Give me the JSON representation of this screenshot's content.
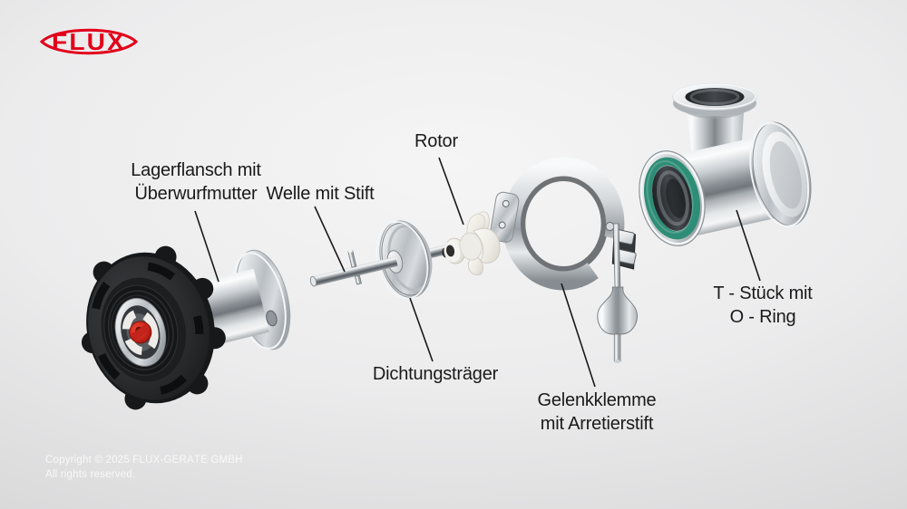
{
  "logo": {
    "text": "FLUX",
    "color": "#e2001a"
  },
  "labels": {
    "lagerflansch": {
      "line1": "Lagerflansch mit",
      "line2": "Überwurfmutter"
    },
    "welle": {
      "line1": "Welle mit Stift"
    },
    "rotor": {
      "line1": "Rotor"
    },
    "dichtungstraeger": {
      "line1": "Dichtungsträger"
    },
    "gelenkklemme": {
      "line1": "Gelenkklemme",
      "line2": "mit Arretierstift"
    },
    "tstueck": {
      "line1": "T - Stück mit",
      "line2": "O - Ring"
    }
  },
  "footer": {
    "copyright_line1": "Copyright © 2025 FLUX-GERÄTE GMBH",
    "copyright_line2": "All rights reserved."
  },
  "colors": {
    "accent_red": "#e2001a",
    "o_ring_green": "#2e8d76",
    "coupling_red": "#d42a1e",
    "label_text": "#1a1a1a"
  }
}
